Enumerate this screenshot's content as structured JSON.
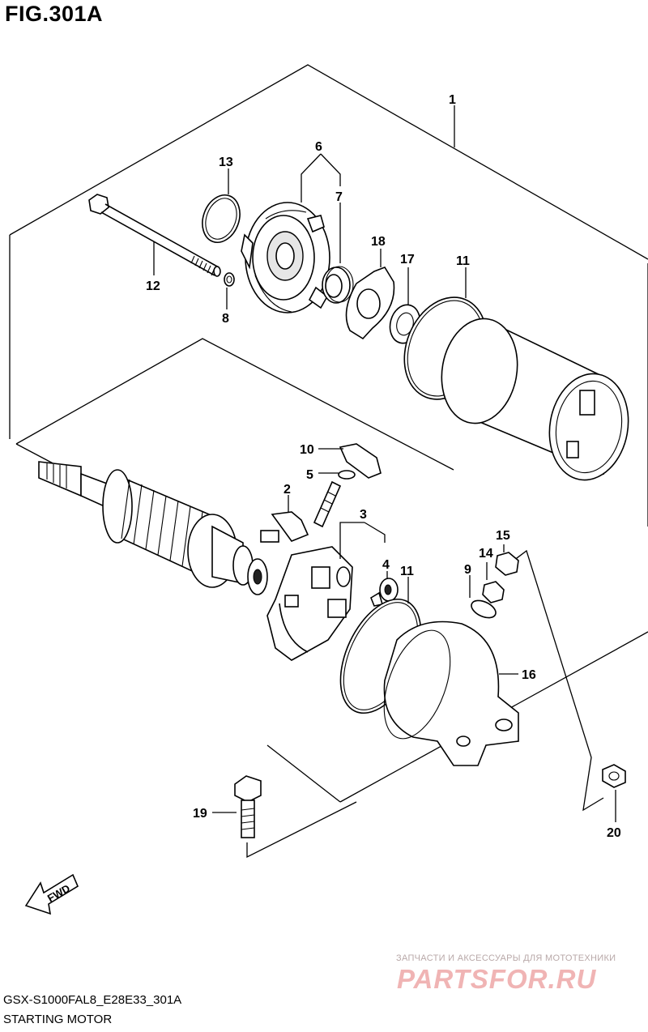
{
  "figure": {
    "title": "FIG.301A"
  },
  "callouts": [
    {
      "num": "1"
    },
    {
      "num": "2"
    },
    {
      "num": "3"
    },
    {
      "num": "4"
    },
    {
      "num": "5"
    },
    {
      "num": "6"
    },
    {
      "num": "7"
    },
    {
      "num": "8"
    },
    {
      "num": "9"
    },
    {
      "num": "10"
    },
    {
      "num": "11"
    },
    {
      "num": "11"
    },
    {
      "num": "12"
    },
    {
      "num": "13"
    },
    {
      "num": "14"
    },
    {
      "num": "15"
    },
    {
      "num": "16"
    },
    {
      "num": "17"
    },
    {
      "num": "18"
    },
    {
      "num": "19"
    },
    {
      "num": "20"
    }
  ],
  "fwd_label": "FWD",
  "footer": {
    "code": "GSX-S1000FAL8_E28E33_301A",
    "name": "STARTING MOTOR"
  },
  "watermark": {
    "tagline": "ЗАПЧАСТИ И АКСЕССУАРЫ ДЛЯ МОТОТЕХНИКИ",
    "logo": "PARTSFOR.RU"
  }
}
